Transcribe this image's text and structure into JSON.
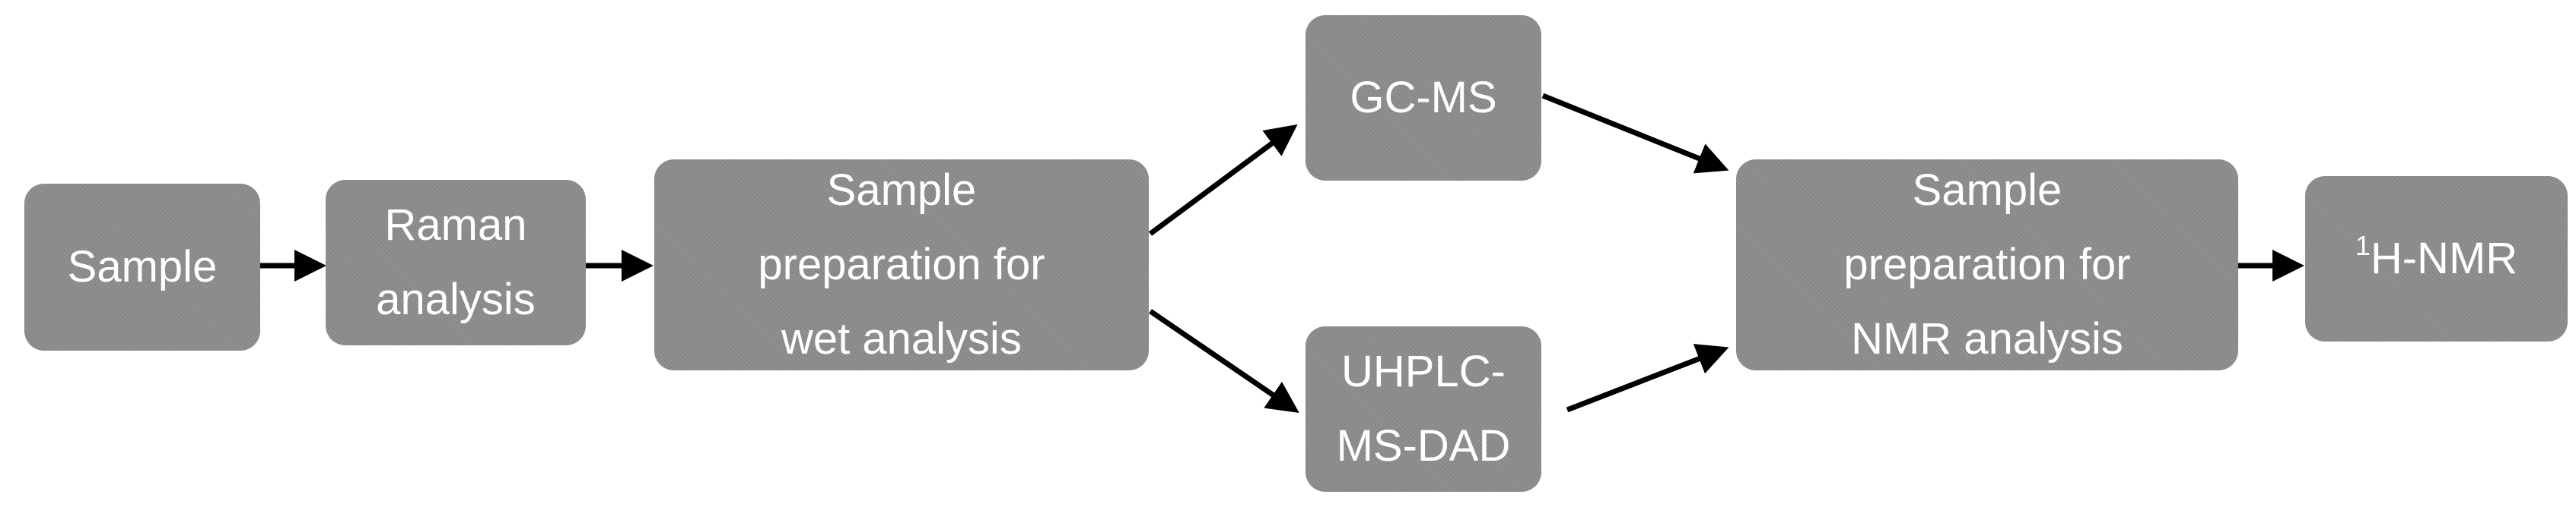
{
  "nodes": {
    "sample": "Sample",
    "raman": "Raman\nanalysis",
    "prep_wet": "Sample\npreparation for\nwet analysis",
    "gcms": "GC-MS",
    "uhplc": "UHPLC-\nMS-DAD",
    "prep_nmr": "Sample\npreparation for\nNMR analysis",
    "hnmr_sup": "1",
    "hnmr": "H-NMR"
  },
  "colors": {
    "box": "#8c8c8c",
    "text": "#ffffff",
    "arrow": "#000000"
  }
}
